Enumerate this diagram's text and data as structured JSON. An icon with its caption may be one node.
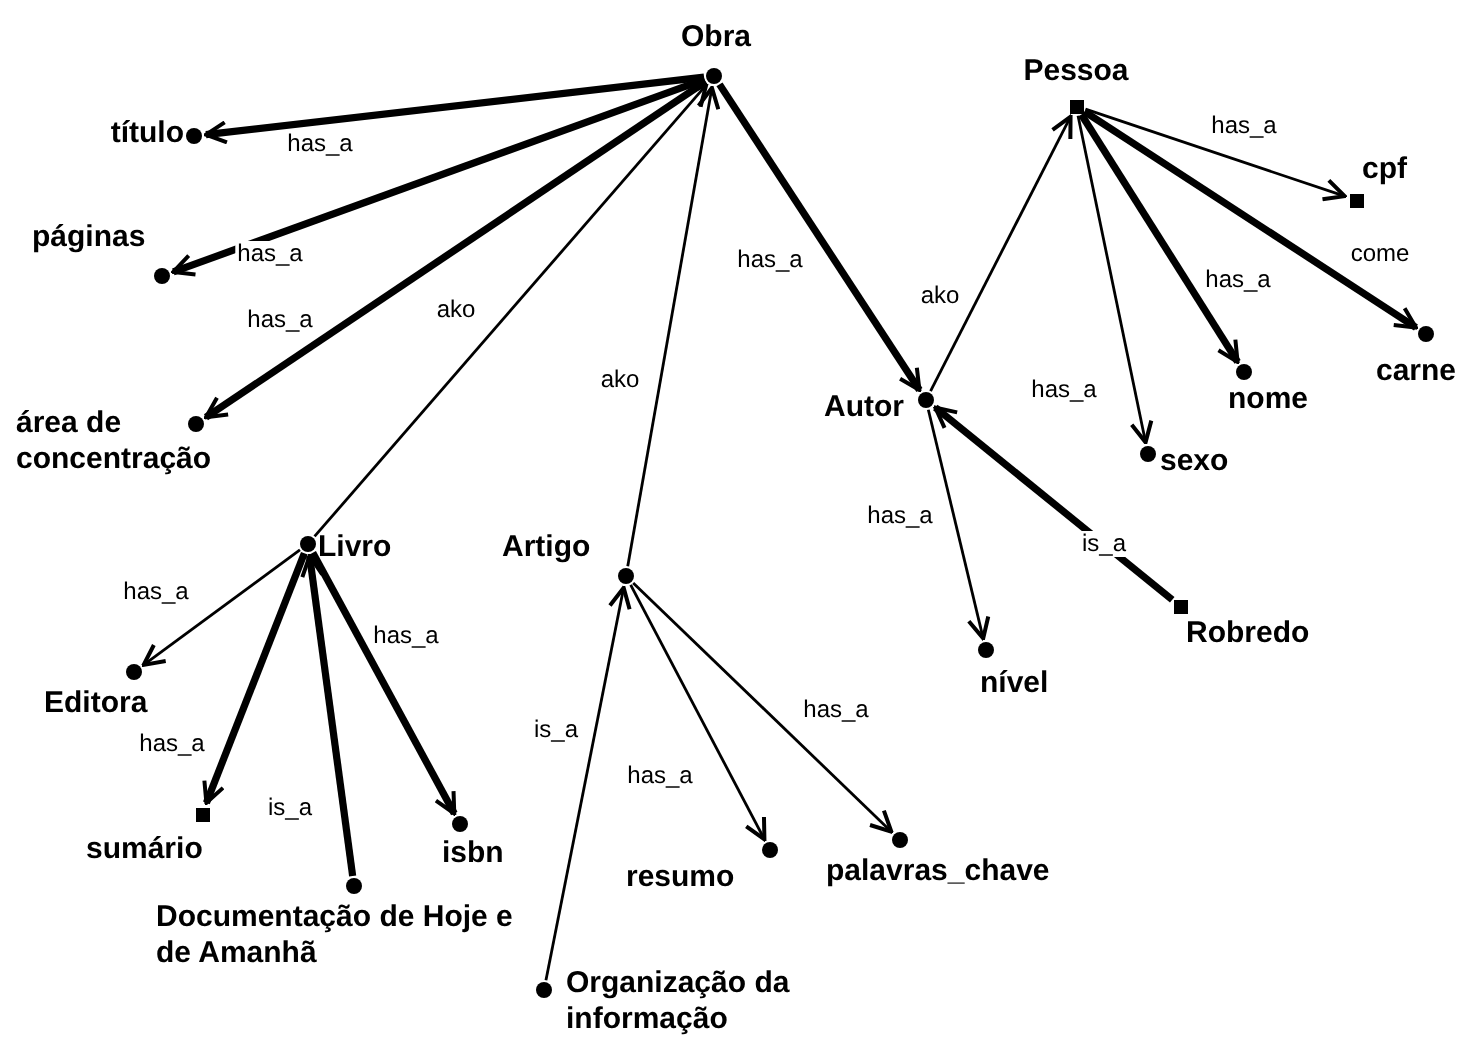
{
  "diagram": {
    "nodes": [
      {
        "text": [
          "Obra"
        ]
      },
      {
        "text": [
          "título"
        ]
      },
      {
        "text": [
          "páginas"
        ]
      },
      {
        "text": [
          "área de concentração"
        ]
      },
      {
        "text": [
          "Livro"
        ]
      },
      {
        "text": [
          "Artigo"
        ]
      },
      {
        "text": [
          "Autor"
        ]
      },
      {
        "text": [
          "Pessoa"
        ]
      },
      {
        "text": [
          "cpf"
        ]
      },
      {
        "text": [
          "carne"
        ]
      },
      {
        "text": [
          "nome"
        ]
      },
      {
        "text": [
          "sexo"
        ]
      },
      {
        "text": [
          "nível"
        ]
      },
      {
        "text": [
          "Robredo"
        ]
      },
      {
        "text": [
          "Editora"
        ]
      },
      {
        "text": [
          "sumário"
        ]
      },
      {
        "text": [
          "isbn"
        ]
      },
      {
        "text": [
          "Documentação de Hoje e de Amanhã"
        ]
      },
      {
        "text": [
          "resumo"
        ]
      },
      {
        "text": [
          "palavras_chave"
        ]
      },
      {
        "text": [
          "Organização da informação"
        ]
      }
    ],
    "edges": [
      {
        "from": 0,
        "to": 1,
        "arrow": "to",
        "label": "has_a",
        "style": "thick"
      },
      {
        "from": 0,
        "to": 2,
        "arrow": "to",
        "label": "has_a",
        "style": "thick"
      },
      {
        "from": 0,
        "to": 3,
        "arrow": "to",
        "label": "has_a",
        "style": "thick"
      },
      {
        "from": 4,
        "to": 0,
        "arrow": "to",
        "label": "ako"
      },
      {
        "from": 5,
        "to": 0,
        "arrow": "to",
        "label": "ako"
      },
      {
        "from": 0,
        "to": 6,
        "arrow": "to",
        "label": "has_a",
        "style": "thick"
      },
      {
        "from": 6,
        "to": 7,
        "arrow": "to",
        "label": "ako"
      },
      {
        "from": 7,
        "to": 8,
        "arrow": "to",
        "label": "has_a"
      },
      {
        "from": 7,
        "to": 9,
        "arrow": "to",
        "label": "come",
        "style": "thick"
      },
      {
        "from": 7,
        "to": 10,
        "arrow": "to",
        "label": "has_a",
        "style": "thick"
      },
      {
        "from": 7,
        "to": 11,
        "arrow": "to",
        "label": "has_a"
      },
      {
        "from": 6,
        "to": 12,
        "arrow": "to",
        "label": "has_a"
      },
      {
        "from": 13,
        "to": 6,
        "arrow": "to",
        "label": "is_a",
        "style": "thick"
      },
      {
        "from": 4,
        "to": 14,
        "arrow": "to",
        "label": "has_a"
      },
      {
        "from": 4,
        "to": 15,
        "arrow": "to",
        "label": "has_a",
        "style": "thick"
      },
      {
        "from": 17,
        "to": 4,
        "arrow": "to",
        "label": "is_a",
        "style": "thick"
      },
      {
        "from": 4,
        "to": 16,
        "arrow": "to",
        "label": "has_a",
        "style": "thick"
      },
      {
        "from": 20,
        "to": 5,
        "arrow": "to",
        "label": "is_a"
      },
      {
        "from": 5,
        "to": 18,
        "arrow": "to",
        "label": "has_a"
      },
      {
        "from": 5,
        "to": 19,
        "arrow": "to",
        "label": "has_a"
      }
    ]
  }
}
